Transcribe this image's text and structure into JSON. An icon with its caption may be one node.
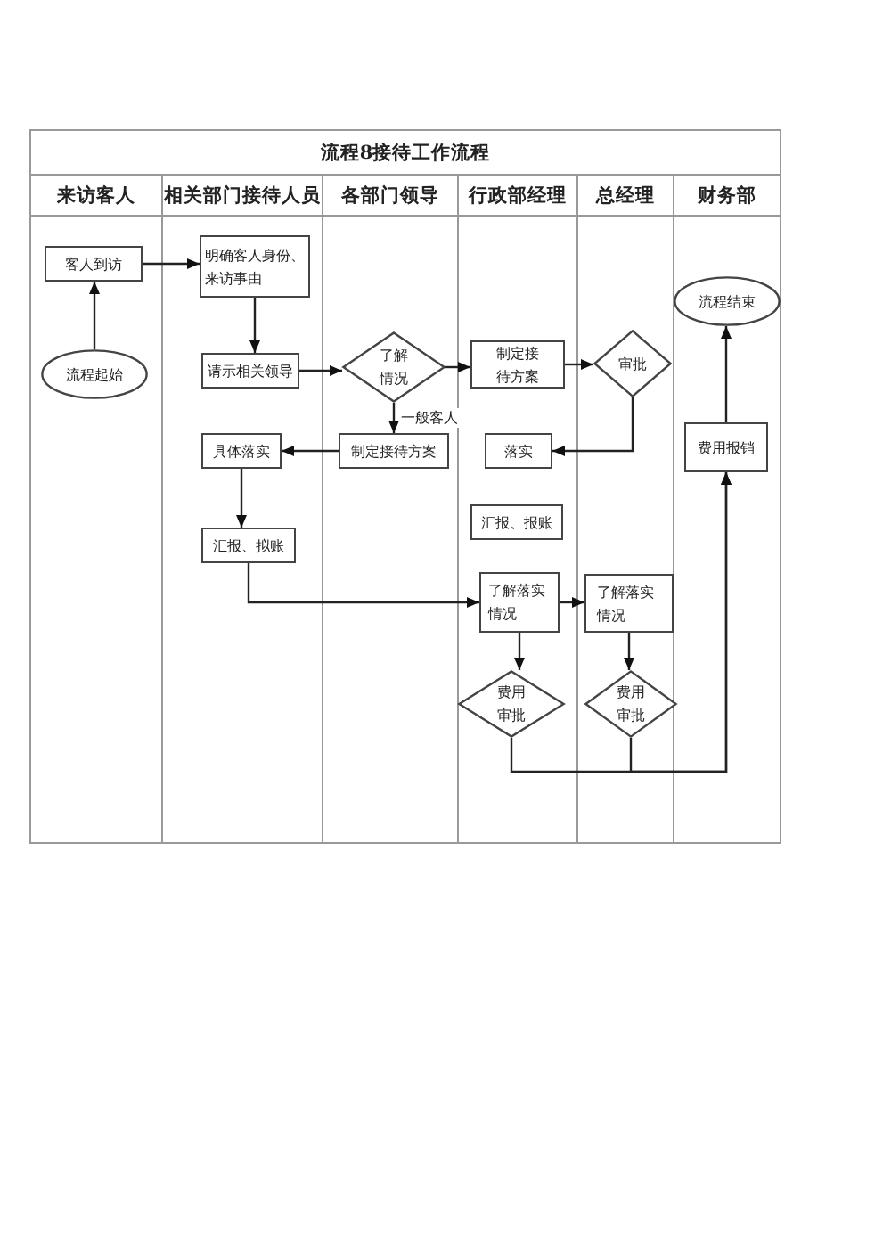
{
  "diagram": {
    "title": "流程8接待工作流程",
    "nodes": [
      {
        "text": [
          "客人到访"
        ]
      },
      {
        "text": [
          "流程起始"
        ]
      },
      {
        "text": [
          "明确客人身份、来访事由"
        ]
      },
      {
        "text": [
          "请示相关领导"
        ]
      },
      {
        "text": [
          "了解情况"
        ]
      },
      {
        "text": [
          "制定接待方案"
        ]
      },
      {
        "text": [
          "审批"
        ]
      },
      {
        "text": [
          "落实"
        ]
      },
      {
        "text": [
          "制定接待方案"
        ]
      },
      {
        "text": [
          "具体落实"
        ]
      },
      {
        "text": [
          "汇报、拟账"
        ]
      },
      {
        "text": [
          "汇报、报账"
        ]
      },
      {
        "text": [
          "了解落实情况"
        ]
      },
      {
        "text": [
          "了解落实情况"
        ]
      },
      {
        "text": [
          "费用审批"
        ]
      },
      {
        "text": [
          "费用审批"
        ]
      },
      {
        "text": [
          "流程结束"
        ]
      },
      {
        "text": [
          "费用报销"
        ]
      }
    ],
    "edges": [
      {
        "from": 1,
        "to": 0,
        "arrow": "to"
      },
      {
        "from": 0,
        "to": 2,
        "arrow": "to"
      },
      {
        "from": 2,
        "to": 3,
        "arrow": "to"
      },
      {
        "from": 3,
        "to": 4,
        "arrow": "to"
      },
      {
        "from": 4,
        "to": 5,
        "arrow": "to"
      },
      {
        "from": 5,
        "to": 6,
        "arrow": "to"
      },
      {
        "from": 4,
        "to": 8,
        "arrow": "to",
        "label": "一般客人"
      },
      {
        "from": 6,
        "to": 7,
        "arrow": "to"
      },
      {
        "from": 8,
        "to": 9,
        "arrow": "to"
      },
      {
        "from": 9,
        "to": 10,
        "arrow": "to"
      },
      {
        "from": 10,
        "to": 12,
        "arrow": "to"
      },
      {
        "from": 12,
        "to": 13,
        "arrow": "to"
      },
      {
        "from": 12,
        "to": 14,
        "arrow": "to"
      },
      {
        "from": 13,
        "to": 15,
        "arrow": "to"
      },
      {
        "from": 14,
        "to": 17,
        "arrow": "to"
      },
      {
        "from": 15,
        "to": 17,
        "arrow": "to"
      },
      {
        "from": 17,
        "to": 16,
        "arrow": "to"
      }
    ],
    "labels": [
      "来访客人",
      "相关部门接待人员",
      "各部门领导",
      "行政部经理",
      "总经理",
      "财务部"
    ]
  }
}
